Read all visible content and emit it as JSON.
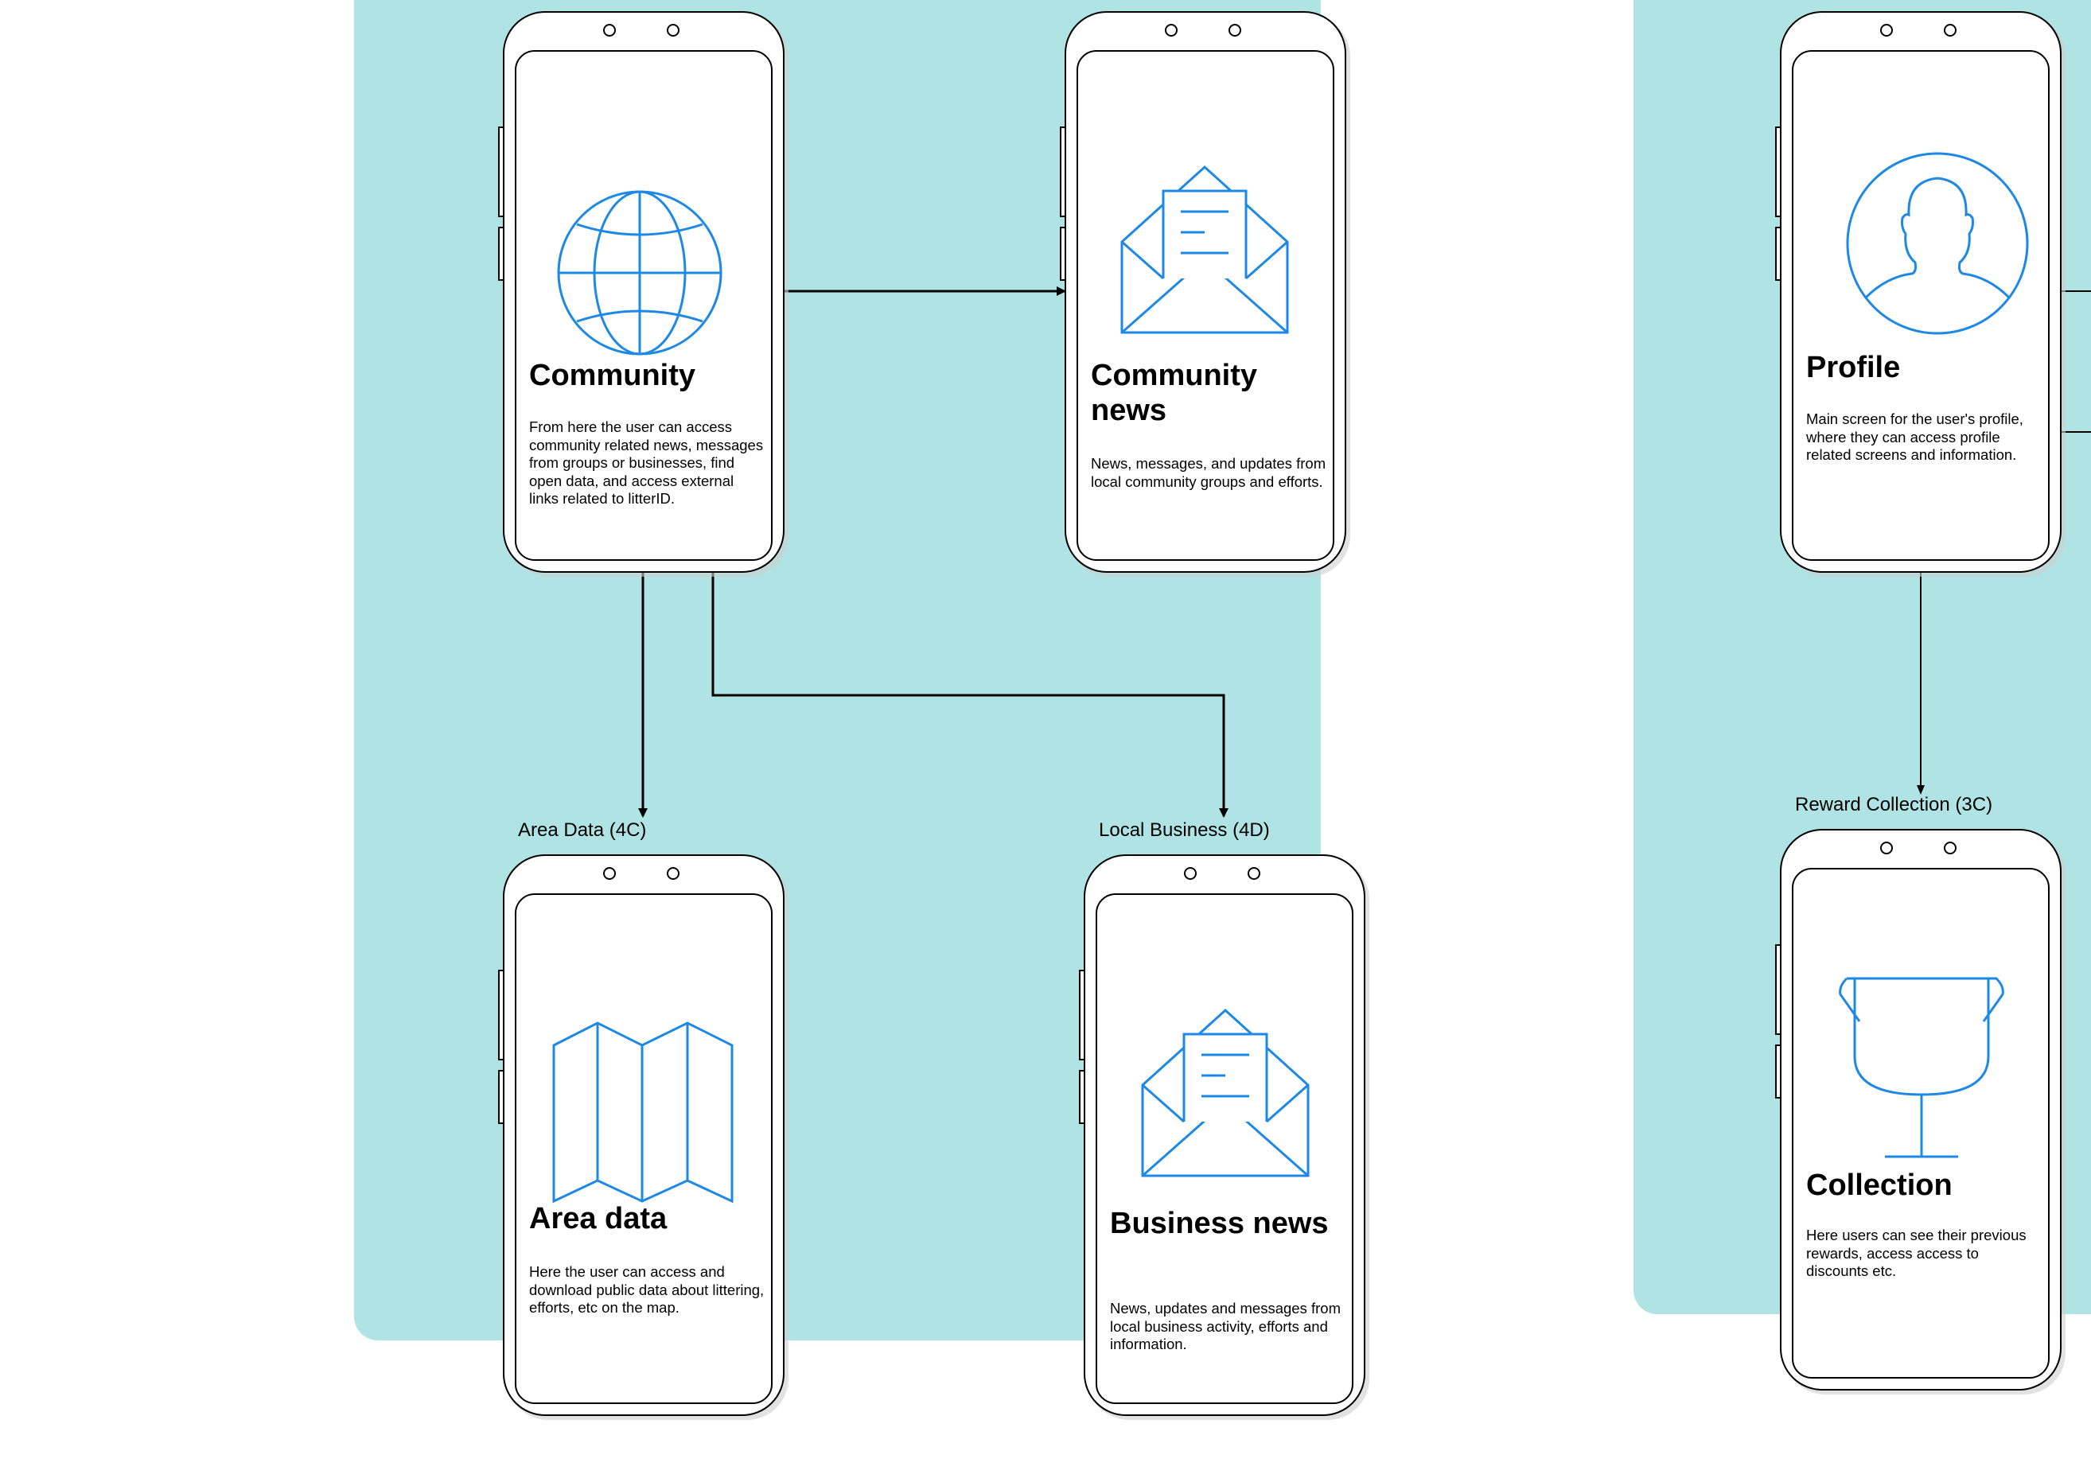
{
  "colors": {
    "panel": "#b0e3e4",
    "icon_blue": "#1e88e5",
    "connector": "#000000",
    "phone_outline": "#000000",
    "phone_fill": "#ffffff"
  },
  "screens": {
    "community": {
      "icon": "globe-icon",
      "title": "Community",
      "description": "From here the user can access community related news, messages from groups or businesses, find open data, and access external links related to litterID."
    },
    "community_news": {
      "icon": "envelope-letter-icon",
      "title": "Community news",
      "description": "News, messages, and updates from local community groups and efforts."
    },
    "area_data": {
      "stage_label": "Area Data (4C)",
      "icon": "folded-map-icon",
      "title": "Area data",
      "description": "Here the user can access and download public data about littering, efforts, etc on the map."
    },
    "business_news": {
      "stage_label": "Local Business (4D)",
      "icon": "envelope-letter-icon",
      "title": "Business news",
      "description": "News, updates and messages from local business activity, efforts and information."
    },
    "profile": {
      "icon": "user-avatar-icon",
      "title": "Profile",
      "description": "Main screen for the user's profile, where they can access profile related screens and information."
    },
    "collection": {
      "stage_label": "Reward Collection (3C)",
      "icon": "trophy-icon",
      "title": "Collection",
      "description": "Here users can see their previous rewards, access access to discounts etc."
    }
  }
}
